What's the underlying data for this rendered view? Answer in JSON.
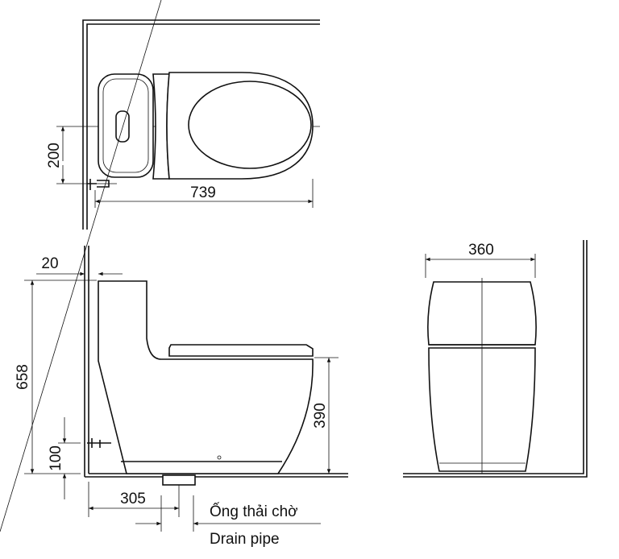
{
  "dimensions": {
    "top_width_offset": "200",
    "length": "739",
    "wall_gap": "20",
    "height": "658",
    "seat_height": "390",
    "inlet_height": "100",
    "drain_distance": "305",
    "front_width": "360"
  },
  "labels": {
    "drain_vi": "Ống thải chờ",
    "drain_en": "Drain pipe"
  },
  "colors": {
    "line": "#111111",
    "background": "#ffffff"
  }
}
